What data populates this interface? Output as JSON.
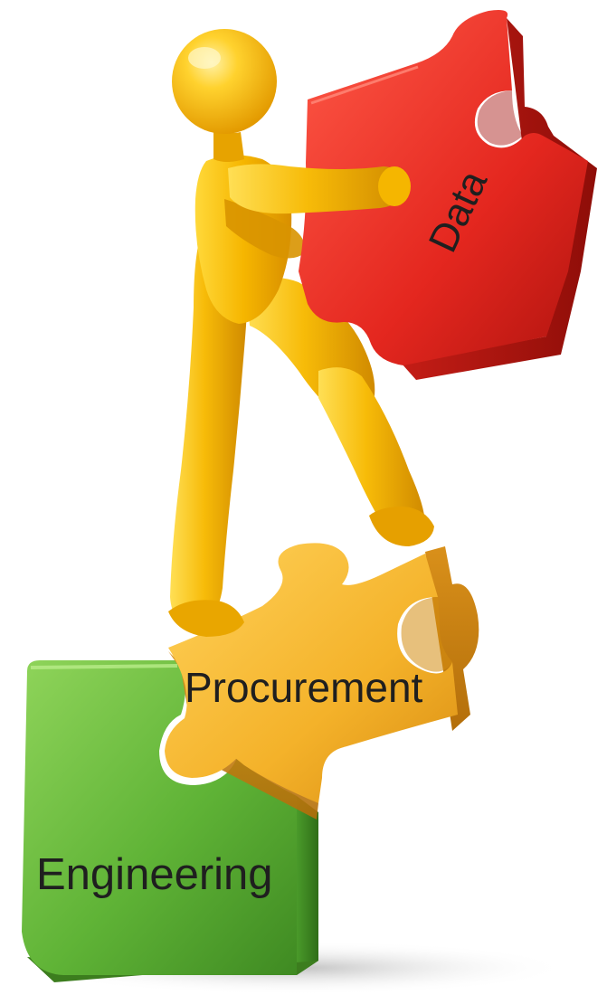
{
  "illustration": {
    "pieces": {
      "engineering": {
        "label": "Engineering",
        "color": "#6cbf3f"
      },
      "procurement": {
        "label": "Procurement",
        "color": "#f2b325"
      },
      "data": {
        "label": "Data",
        "color": "#e8332a"
      }
    },
    "figure_color": "#f5b800"
  }
}
